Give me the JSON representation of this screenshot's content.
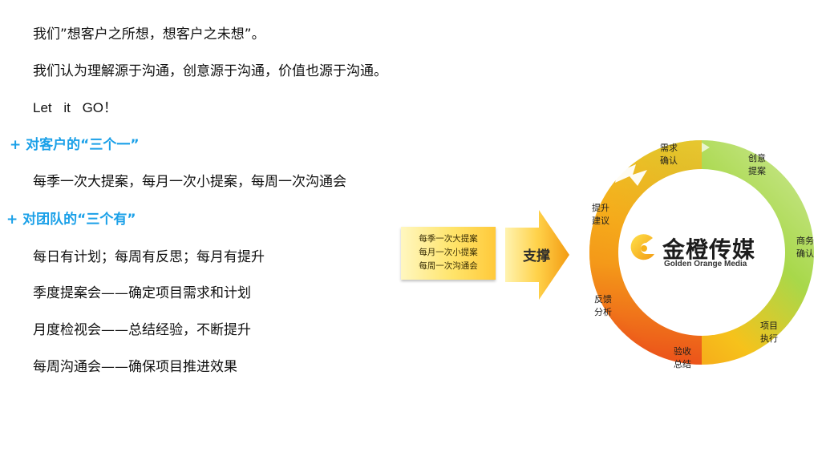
{
  "text": {
    "line1": "我们”想客户之所想，想客户之未想”。",
    "line2": "我们认为理解源于沟通，创意源于沟通，价值也源于沟通。",
    "line3": "Let  it  GO！",
    "heading1": "+ 对客户的“三个一”",
    "line4": "每季一次大提案，每月一次小提案，每周一次沟通会",
    "heading2": "+ 对团队的“三个有”",
    "line5": "每日有计划；每周有反思；每月有提升",
    "line6": "季度提案会——确定项目需求和计划",
    "line7": "月度检视会——总结经验，不断提升",
    "line8": "每周沟通会——确保项目推进效果"
  },
  "support": {
    "items": [
      "每季一次大提案",
      "每月一次小提案",
      "每周一次沟通会"
    ],
    "arrow_label": "支撑"
  },
  "cycle": {
    "steps": [
      {
        "l1": "需求",
        "l2": "确认"
      },
      {
        "l1": "创意",
        "l2": "提案"
      },
      {
        "l1": "商务",
        "l2": "确认"
      },
      {
        "l1": "项目",
        "l2": "执行"
      },
      {
        "l1": "验收",
        "l2": "总结"
      },
      {
        "l1": "反馈",
        "l2": "分析"
      },
      {
        "l1": "提升",
        "l2": "建议"
      }
    ],
    "logo_main": "金橙传媒",
    "logo_sub": "Golden Orange Media"
  },
  "colors": {
    "heading": "#1aa0e8",
    "ring_green": "#a8d84a",
    "ring_orange": "#f6a21b",
    "ring_red": "#e8361a"
  }
}
